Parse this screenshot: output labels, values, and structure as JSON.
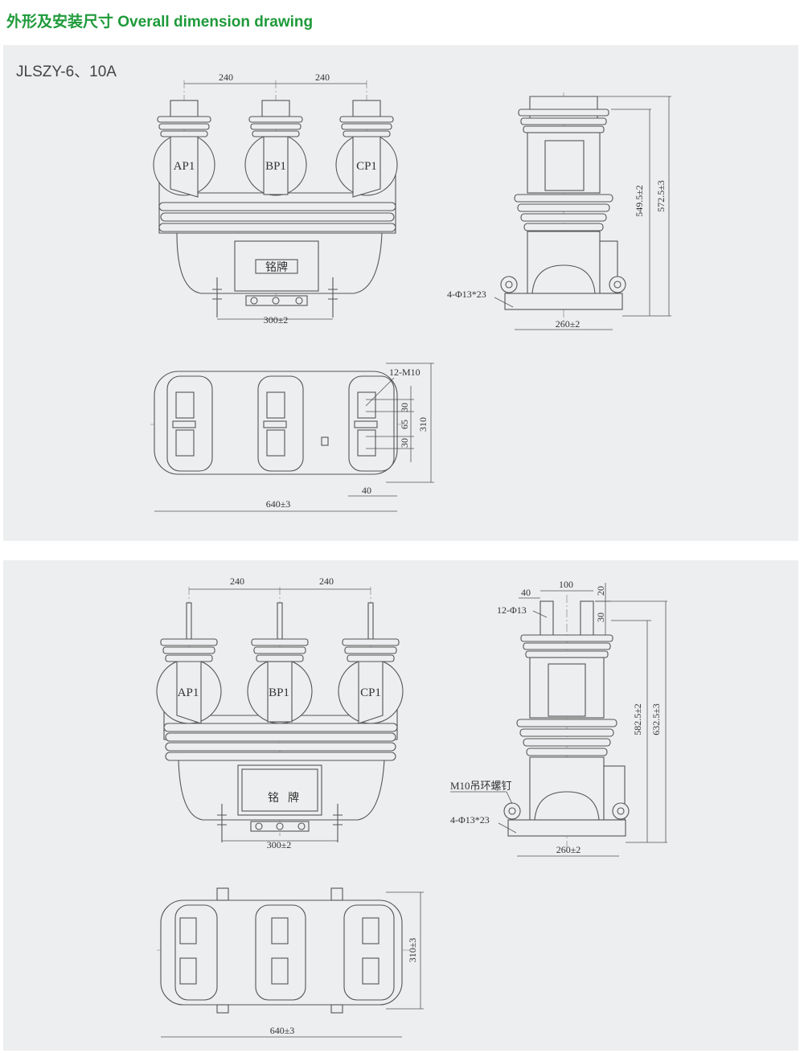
{
  "header": {
    "title": "外形及安装尺寸 Overall dimension drawing"
  },
  "panel1": {
    "model": "JLSZY-6、10A",
    "front": {
      "phases": [
        "AP1",
        "BP1",
        "CP1"
      ],
      "dim_spacing_left": "240",
      "dim_spacing_right": "240",
      "nameplate": "铭牌",
      "dim_base": "300±2"
    },
    "side": {
      "dim_h1": "549.5±2",
      "dim_h2": "572.5±3",
      "holes": "4-Φ13*23",
      "dim_base": "260±2"
    },
    "top": {
      "bolts": "12-M10",
      "dim_a": "30",
      "dim_b": "65",
      "dim_c": "30",
      "dim_depth": "310",
      "dim_offset": "40",
      "dim_width": "640±3"
    }
  },
  "panel2": {
    "front": {
      "phases": [
        "AP1",
        "BP1",
        "CP1"
      ],
      "dim_spacing_left": "240",
      "dim_spacing_right": "240",
      "nameplate_a": "铭",
      "nameplate_b": "牌",
      "dim_base": "300±2"
    },
    "side": {
      "dim_40": "40",
      "dim_100": "100",
      "dim_20": "20",
      "dim_30": "30",
      "holes_top": "12-Φ13",
      "dim_h1": "582.5±2",
      "dim_h2": "632.5±3",
      "eyebolt": "M10吊环螺钉",
      "holes": "4-Φ13*23",
      "dim_base": "260±2"
    },
    "top": {
      "dim_depth": "310±3",
      "dim_width": "640±3"
    }
  }
}
